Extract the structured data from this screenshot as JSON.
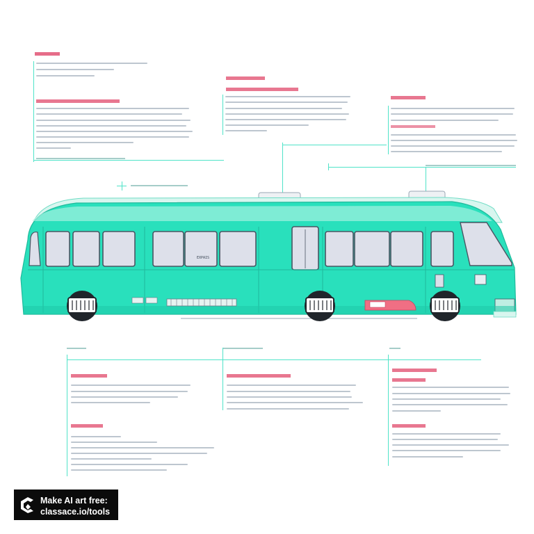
{
  "diagram": {
    "bus_sign": "EXPAIS"
  },
  "watermark": {
    "line1": "Make AI art free:",
    "line2": "classace.io/tools"
  },
  "colors": {
    "body": "#29e0bc",
    "accent": "#e0496b",
    "line": "#4fe3c8",
    "window": "#dde0ea"
  }
}
